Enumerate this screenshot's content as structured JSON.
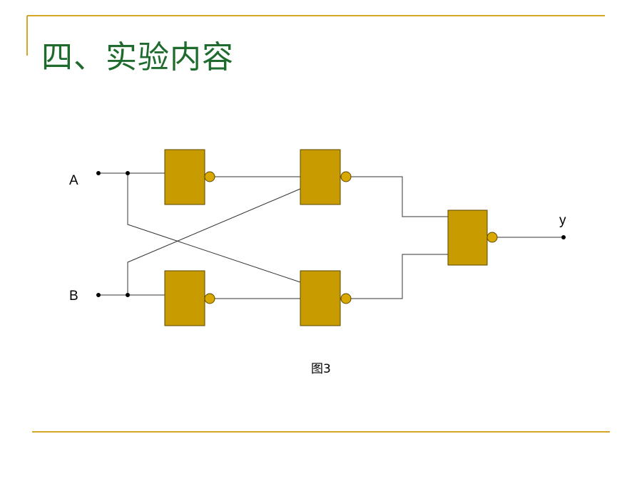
{
  "slide": {
    "title": "四、实验内容",
    "caption": "图3"
  },
  "diagram": {
    "inputs": [
      "A",
      "B"
    ],
    "output": "y",
    "gate_type": "NAND",
    "gate_count": 5
  },
  "colors": {
    "title": "#1f6b2e",
    "frame_line": "#d4a52a",
    "gate_fill": "#c89b00",
    "gate_stroke": "#5a4a00",
    "bubble_fill": "#d9a800",
    "wire": "#333333"
  }
}
